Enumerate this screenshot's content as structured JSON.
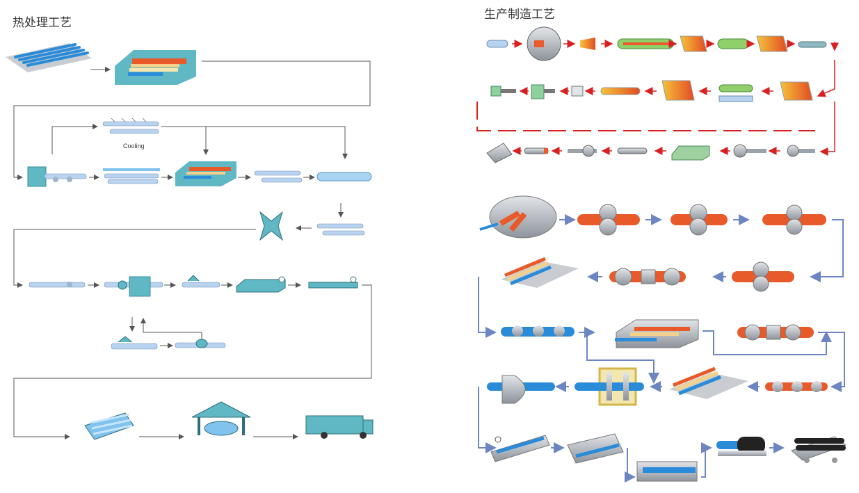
{
  "left_panel": {
    "title": "热处理工艺",
    "cooling_label": "Cooling"
  },
  "right_panel": {
    "title": "生产制造工艺"
  },
  "colors": {
    "line_dark": "#555555",
    "arrow_red": "#d92020",
    "arrow_blue": "#6d86c2",
    "pipe_blue": "#2a8bd8",
    "pipe_light": "#b8d3f0",
    "furnace_teal": "#5fb8c4",
    "hot_orange": "#e85a2a",
    "steel_gray": "#a9aeb5"
  }
}
